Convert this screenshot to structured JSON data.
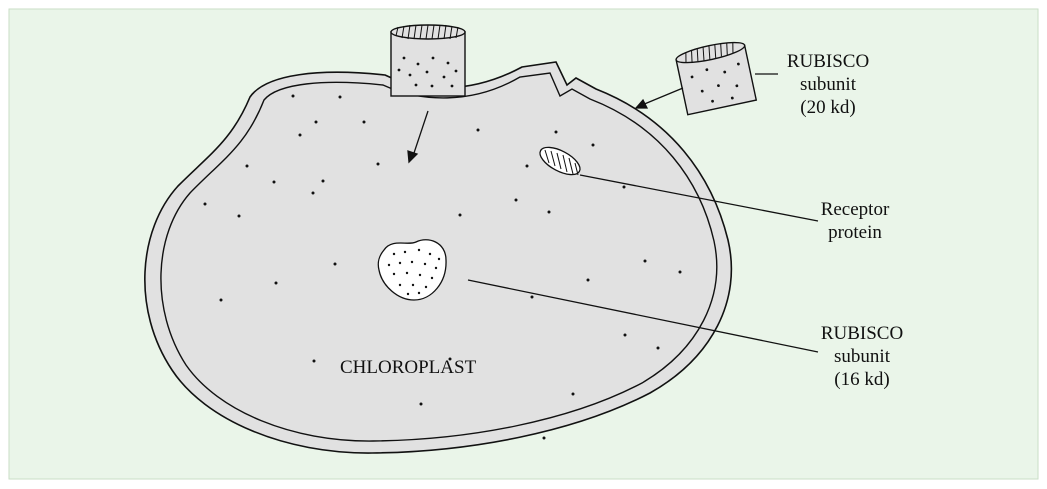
{
  "colors": {
    "panel_fill": "#eaf5e9",
    "panel_border": "#c9dec6",
    "chloroplast_fill": "#e1e1e1",
    "stroke": "#111111"
  },
  "labels": {
    "chloroplast": "CHLOROPLAST",
    "rubisco_20": {
      "line1": "RUBISCO",
      "line2": "subunit",
      "line3": "(20 kd)"
    },
    "receptor": {
      "line1": "Receptor",
      "line2": "protein"
    },
    "rubisco_16": {
      "line1": "RUBISCO",
      "line2": "subunit",
      "line3": "(16 kd)"
    }
  }
}
